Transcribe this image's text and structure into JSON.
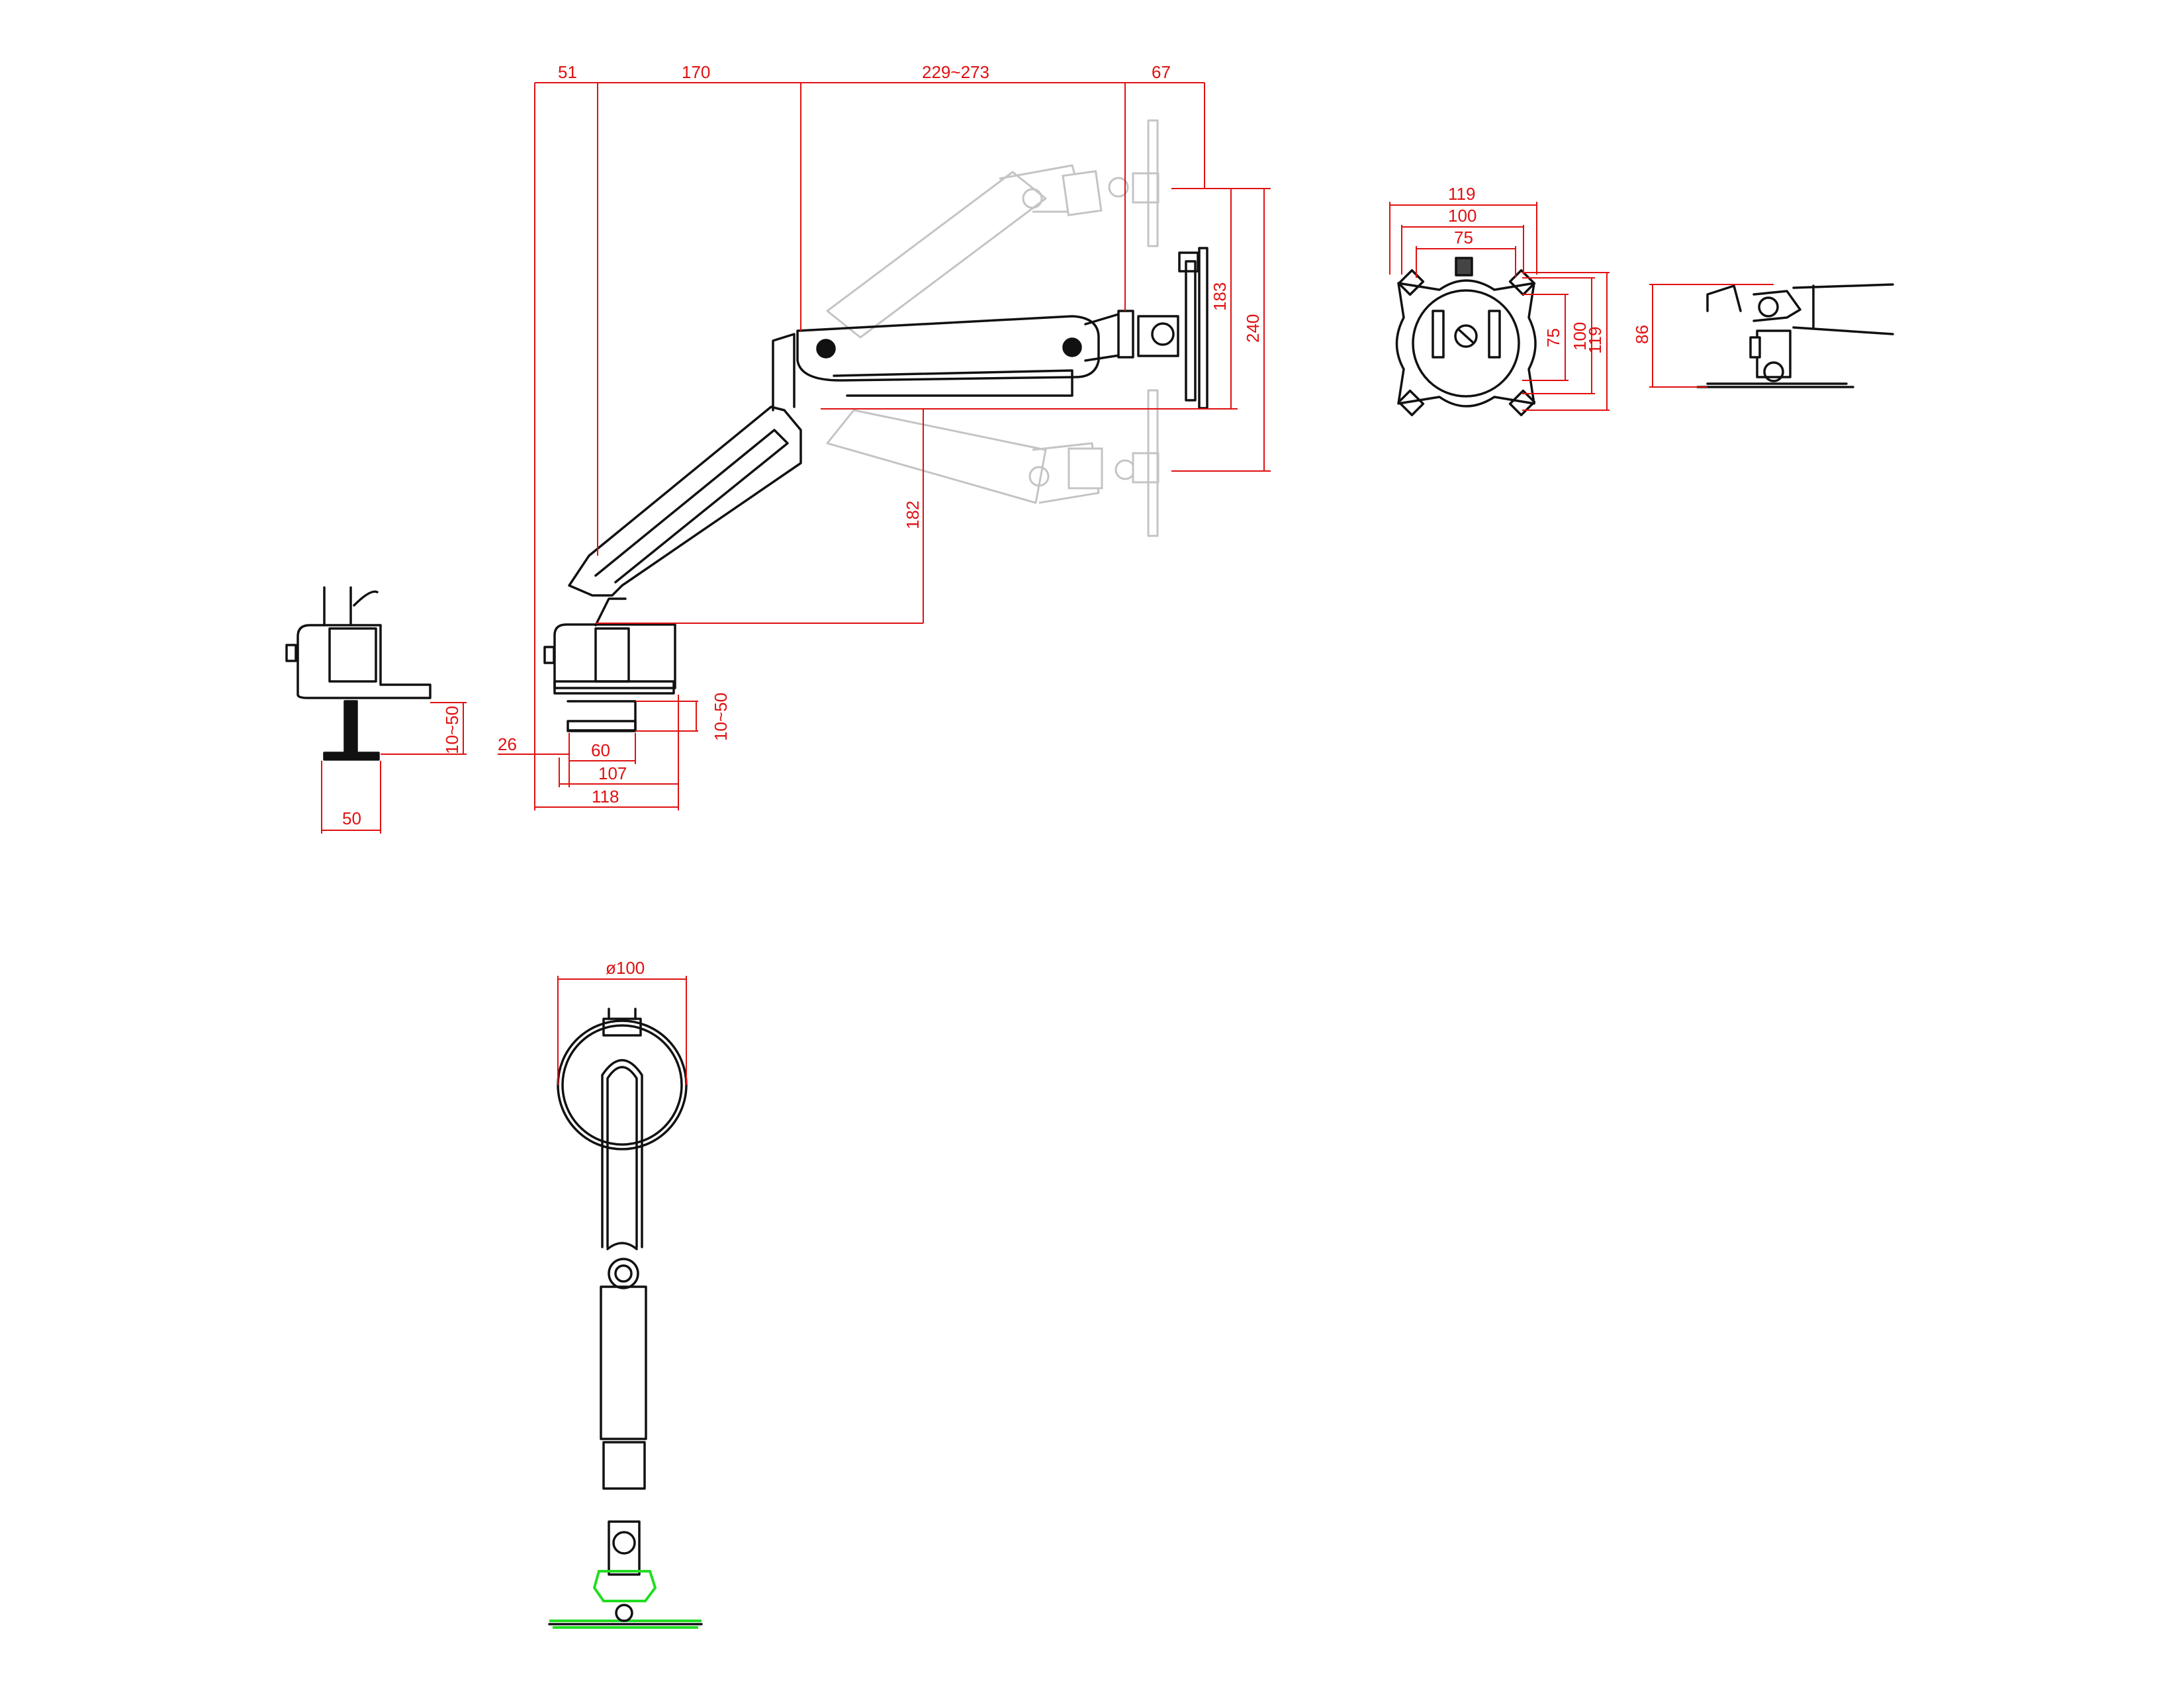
{
  "colors": {
    "dimension": "#e01010",
    "outline": "#111111",
    "ghost": "#c4c4c4",
    "highlight": "#22dd22"
  },
  "side_view": {
    "dims": {
      "d51": "51",
      "d170": "170",
      "d229": "229~273",
      "d67": "67",
      "d183": "183",
      "d240": "240",
      "d182": "182",
      "d26": "26",
      "d60": "60",
      "d107": "107",
      "d118": "118",
      "d10_50": "10~50"
    }
  },
  "clamp_view": {
    "dims": {
      "d10_50": "10~50",
      "d50": "50"
    }
  },
  "vesa_view": {
    "dims": {
      "w119": "119",
      "w100": "100",
      "w75": "75",
      "h75": "75",
      "h100": "100",
      "h119": "119"
    }
  },
  "vesa_side_view": {
    "dims": {
      "h86": "86"
    }
  },
  "top_view": {
    "dims": {
      "dia100": "ø100"
    }
  }
}
